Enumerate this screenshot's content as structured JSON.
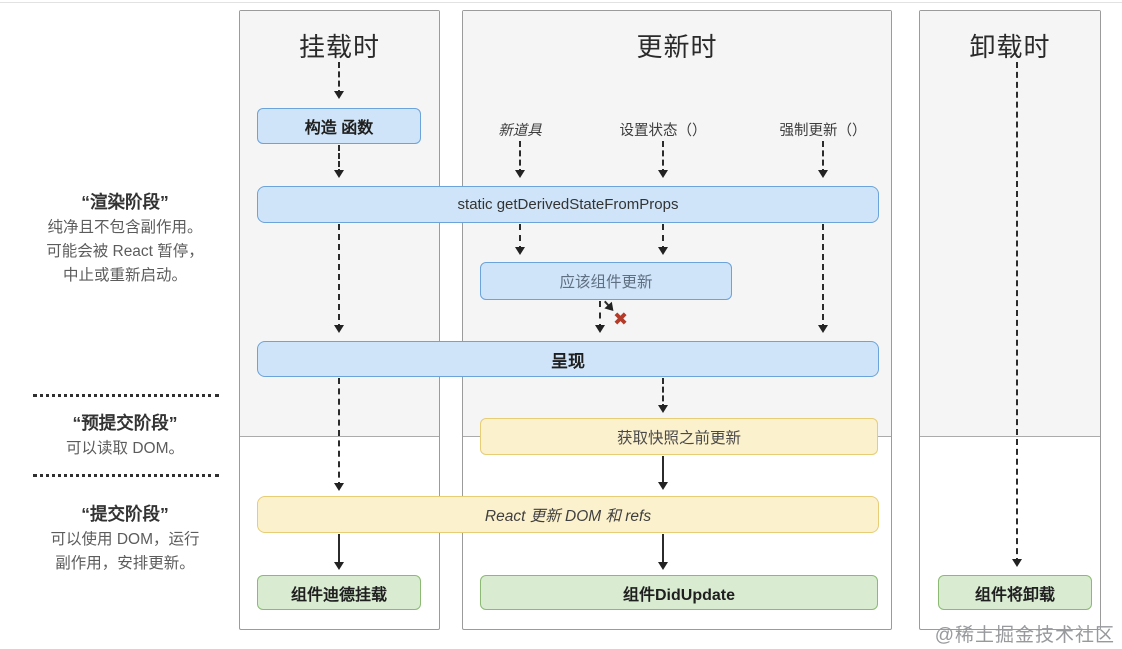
{
  "diagram": {
    "columns": {
      "mount": {
        "title": "挂载时",
        "constructor": "构造 函数",
        "did_mount": "组件迪德挂载"
      },
      "update": {
        "title": "更新时",
        "triggers": {
          "new_props": "新道具",
          "set_state": "设置状态（）",
          "force_update": "强制更新（）"
        },
        "should_update": "应该组件更新",
        "snapshot": "获取快照之前更新",
        "did_update": "组件DidUpdate"
      },
      "unmount": {
        "title": "卸载时",
        "will_unmount": "组件将卸载"
      }
    },
    "bars": {
      "derived_state": "static getDerivedStateFromProps",
      "render": "呈现",
      "react_updates": "React 更新 DOM 和 refs"
    },
    "phases": {
      "render": {
        "title": "“渲染阶段”",
        "lines": [
          "纯净且不包含副作用。",
          "可能会被 React 暂停，",
          "中止或重新启动。"
        ]
      },
      "pre_commit": {
        "title": "“预提交阶段”",
        "lines": [
          "可以读取 DOM。"
        ]
      },
      "commit": {
        "title": "“提交阶段”",
        "lines": [
          "可以使用 DOM，运行",
          "副作用，安排更新。"
        ]
      }
    },
    "icons": {
      "reject": "✖"
    },
    "watermark": "@稀土掘金技术社区",
    "colors": {
      "blue_fill": "#cfe4f8",
      "blue_border": "#6ba3da",
      "yellow_fill": "#fcf1cd",
      "yellow_border": "#e7cd76",
      "green_fill": "#d9ecd2",
      "green_border": "#8cba74",
      "panel_shade": "#f5f5f6",
      "panel_border": "#9b9b9b",
      "reject_red": "#b23b2a"
    }
  }
}
